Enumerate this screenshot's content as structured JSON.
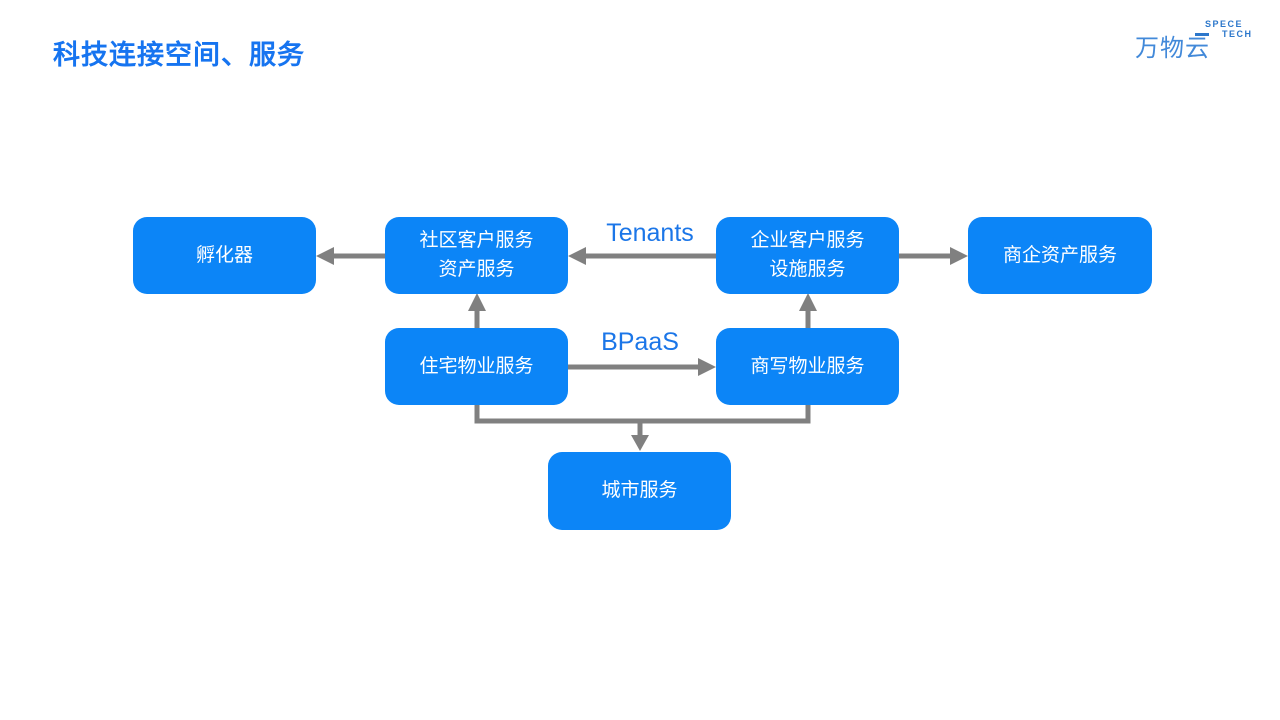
{
  "slide": {
    "title": "科技连接空间、服务"
  },
  "logo": {
    "wordmark": "万物云",
    "tagline_line1": "SPECE",
    "tagline_line2": "TECH"
  },
  "colors": {
    "title_blue": "#1674f0",
    "box_blue": "#0c85f7",
    "arrow_gray": "#808080",
    "edge_label_blue": "#1b76e8",
    "logo_blue": "#4289d9",
    "box_text": "#ffffff",
    "background": "#ffffff"
  },
  "diagram": {
    "edge_labels": {
      "tenants": "Tenants",
      "bpaas": "BPaaS"
    },
    "nodes": {
      "incubator": {
        "lines": [
          "孵化器"
        ]
      },
      "community": {
        "lines": [
          "社区客户服务",
          "资产服务"
        ]
      },
      "enterprise": {
        "lines": [
          "企业客户服务",
          "设施服务"
        ]
      },
      "commercial_asset": {
        "lines": [
          "商企资产服务"
        ]
      },
      "residential": {
        "lines": [
          "住宅物业服务"
        ]
      },
      "commercial_office": {
        "lines": [
          "商写物业服务"
        ]
      },
      "city": {
        "lines": [
          "城市服务"
        ]
      }
    }
  }
}
